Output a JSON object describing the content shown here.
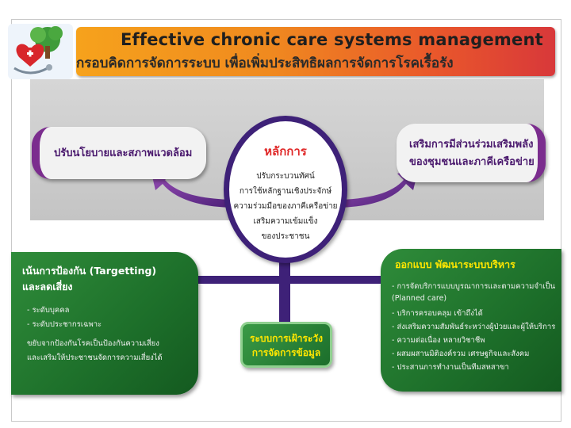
{
  "title": {
    "english": "Effective chronic care systems management",
    "thai": "กรอบคิดการจัดการระบบ เพื่อเพิ่มประสิทธิผลการจัดการโรคเรื้อรัง"
  },
  "left_top_box": {
    "label": "ปรับนโยบายและสภาพแวดล้อม"
  },
  "right_top_box": {
    "line1": "เสริมการมีส่วนร่วมเสริมพลัง",
    "line2": "ของชุมชนและภาคีเครือข่าย"
  },
  "center_oval": {
    "title": "หลักการ",
    "lines": [
      "ปรับกระบวนทัศน์",
      "การใช้หลักฐานเชิงประจักษ์",
      "ความร่วมมือของภาคีเครือข่าย",
      "เสริมความเข้มแข็ง",
      "ของประชาชน"
    ]
  },
  "left_green": {
    "title1": "เน้นการป้องกัน (Targetting)",
    "title2": "และลดเสี่ยง",
    "lines": [
      "- ระดับบุคคล",
      "- ระดับประชากรเฉพาะ",
      "ขยับจากป้องกันโรคเป็นป้องกันความเสี่ยง",
      "และเสริมให้ประชาชนจัดการความเสี่ยงได้"
    ]
  },
  "right_green": {
    "title": "ออกแบบ พัฒนาระบบบริหาร",
    "lines": [
      "- การจัดบริการแบบบูรณาการและตามความจำเป็น",
      "  (Planned care)",
      "- บริการครอบคลุม เข้าถึงได้",
      "- ส่งเสริมความสัมพันธ์ระหว่างผู้ป่วยและผู้ให้บริการ",
      "- ความต่อเนื่อง หลายวิชาชีพ",
      "- ผสมผสานมิติองค์รวม เศรษฐกิจและสังคม",
      "- ประสานการทำงานเป็นทีมสหสาขา"
    ]
  },
  "center_box": {
    "line1": "ระบบการเฝ้าระวัง",
    "line2": "การจัดการข้อมูล"
  },
  "colors": {
    "purple": "#7b2d8e",
    "green": "#1d6f2a",
    "orange": "#f08a1f",
    "red_title": "#e02a2a"
  }
}
